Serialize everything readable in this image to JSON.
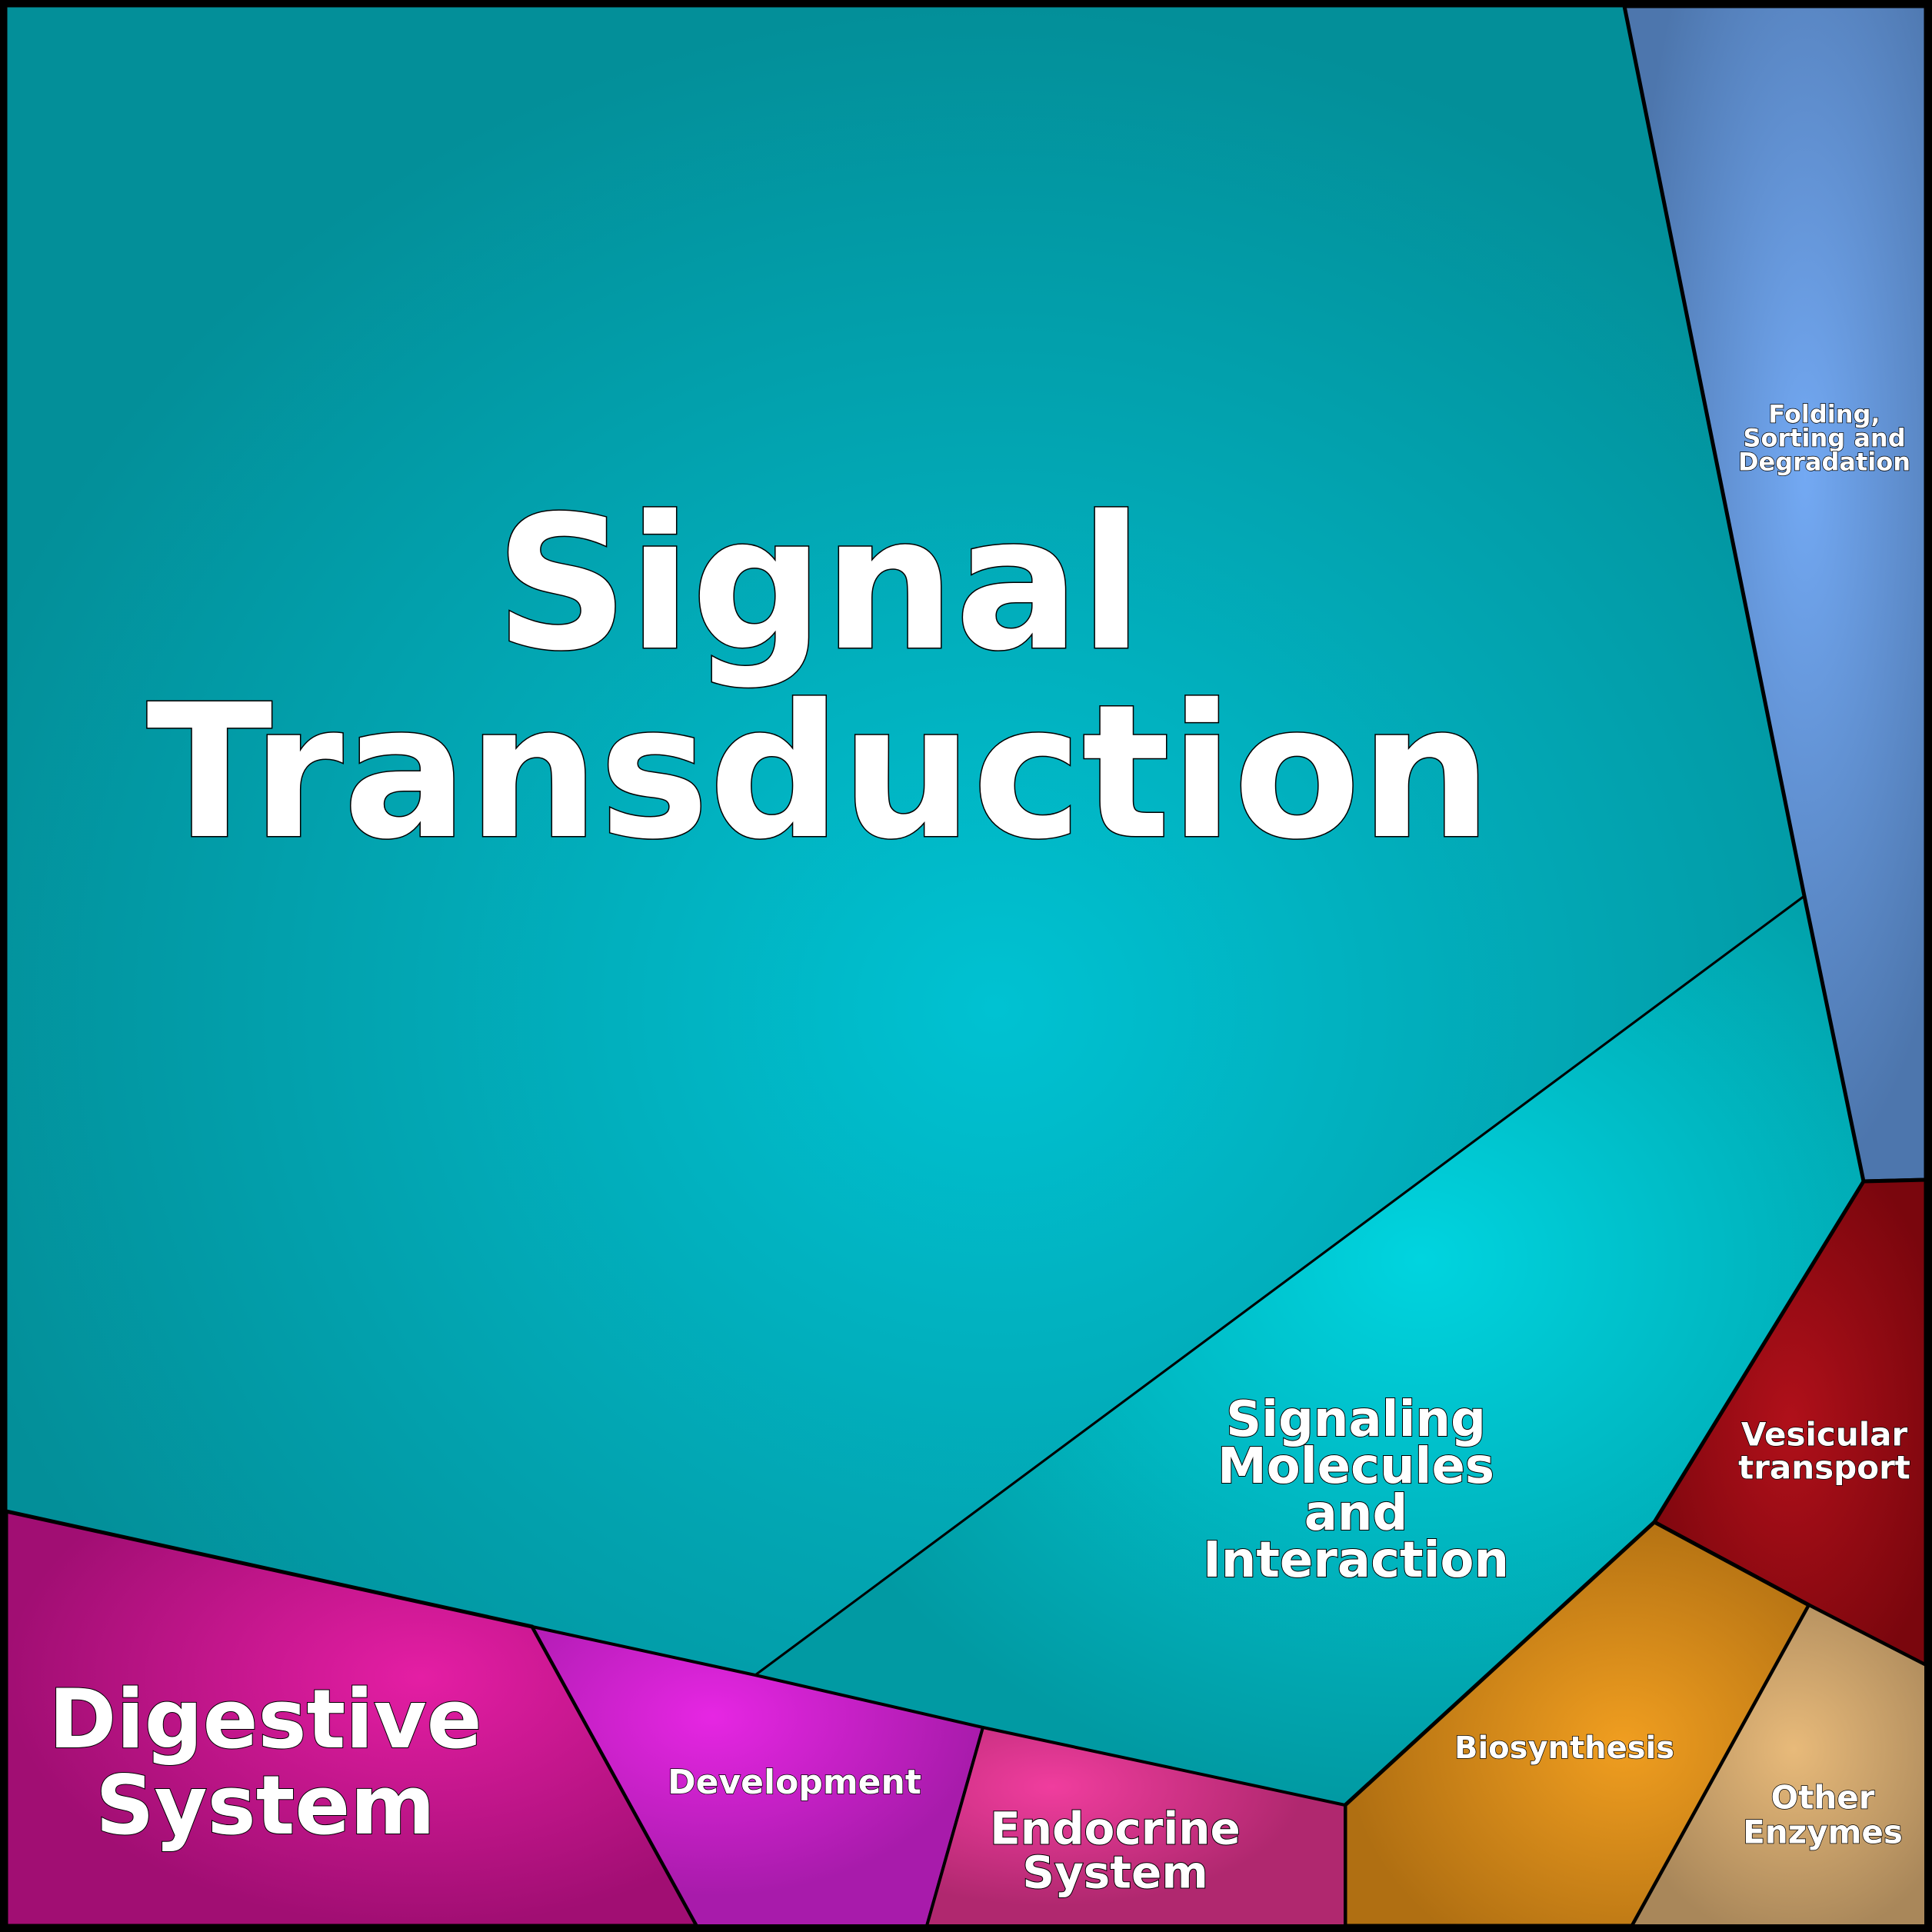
{
  "colors": {
    "border": "#000000",
    "label": "#ffffff",
    "signal_transduction": [
      "#00c2d2",
      "#038f99"
    ],
    "signaling_molecules": [
      "#00d4df",
      "#019aa3"
    ],
    "folding_sorting": [
      "#73a9f3",
      "#4d76ad"
    ],
    "vesicular_transport": [
      "#b0101a",
      "#7a060d"
    ],
    "biosynthesis": [
      "#f09e20",
      "#b06f12"
    ],
    "other_enzymes": [
      "#e8ba7a",
      "#a9875a"
    ],
    "digestive_system": [
      "#e41ea4",
      "#a10e73"
    ],
    "development": [
      "#e626e3",
      "#a81bab"
    ],
    "endocrine_system": [
      "#f03d9e",
      "#b0286f"
    ]
  },
  "cells": {
    "signal_transduction": {
      "label_lines": [
        "Signal",
        "Transduction"
      ],
      "icon": "none"
    },
    "signaling_molecules": {
      "label_lines": [
        "Signaling",
        "Molecules",
        "and",
        "Interaction"
      ]
    },
    "folding_sorting": {
      "label_lines": [
        "Folding,",
        "Sorting and",
        "Degradation"
      ]
    },
    "vesicular_transport": {
      "label_lines": [
        "Vesicular",
        "transport"
      ]
    },
    "biosynthesis": {
      "label_lines": [
        "Biosynthesis"
      ]
    },
    "other_enzymes": {
      "label_lines": [
        "Other",
        "Enzymes"
      ]
    },
    "digestive_system": {
      "label_lines": [
        "Digestive",
        "System"
      ]
    },
    "development": {
      "label_lines": [
        "Development"
      ]
    },
    "endocrine_system": {
      "label_lines": [
        "Endocrine",
        "System"
      ]
    }
  }
}
